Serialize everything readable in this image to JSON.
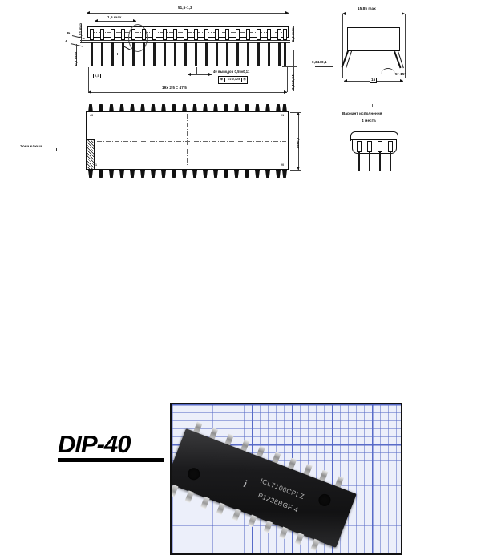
{
  "page": {
    "language": "ru",
    "background": "#ffffff",
    "line_color": "#1a1a1a"
  },
  "title_block": {
    "label": "DIP-40"
  },
  "side_view": {
    "name": "side-view",
    "pin_count": 20,
    "dimensions": {
      "overall_length": "51,5-1,3",
      "lead_span_max": "1,5 max",
      "seating_min": "0,51 min",
      "standoff_max": "0,7 max",
      "body_height_max": "5,0 max",
      "lead_length": "3,4±0,34",
      "pitch_note": "40 выводов 0,55±0,11",
      "tolerance_frame": "T/2 0,125",
      "tolerance_symbol": "⊕",
      "material_modifier": "Ⓜ",
      "pitch_chain": "19х 2,5 = 47,5",
      "pitch_value_boxed": "2,5",
      "pitch_total_boxed": "47,5",
      "lead_width_boxed": "2,5",
      "section_a": "А",
      "section_b": "Б",
      "detail_callout": "I"
    }
  },
  "end_view": {
    "name": "end-view",
    "dimensions": {
      "row_span_max": "15,85 max",
      "row_span_basic": "15",
      "lead_thickness": "0,34±0,1",
      "lead_angle": "5°-15°"
    }
  },
  "bottom_view": {
    "name": "bottom-view",
    "pin_numbers": {
      "top_left": "40",
      "top_right": "21",
      "bottom_left": "1",
      "bottom_right": "20"
    },
    "dimensions": {
      "body_width": "14±0,7"
    },
    "annotations": {
      "key_zone": "Зона ключа"
    }
  },
  "detail_view": {
    "name": "detail-I",
    "callout": "I",
    "caption_line1": "Вариант исполнения",
    "caption_line2": "4 места"
  },
  "photo": {
    "name": "dip40-photograph",
    "background": "graph-paper",
    "chip_markings": {
      "line1": "ICL7106CPLZ",
      "line2": "P1228BGF 4",
      "logo": "i"
    }
  }
}
